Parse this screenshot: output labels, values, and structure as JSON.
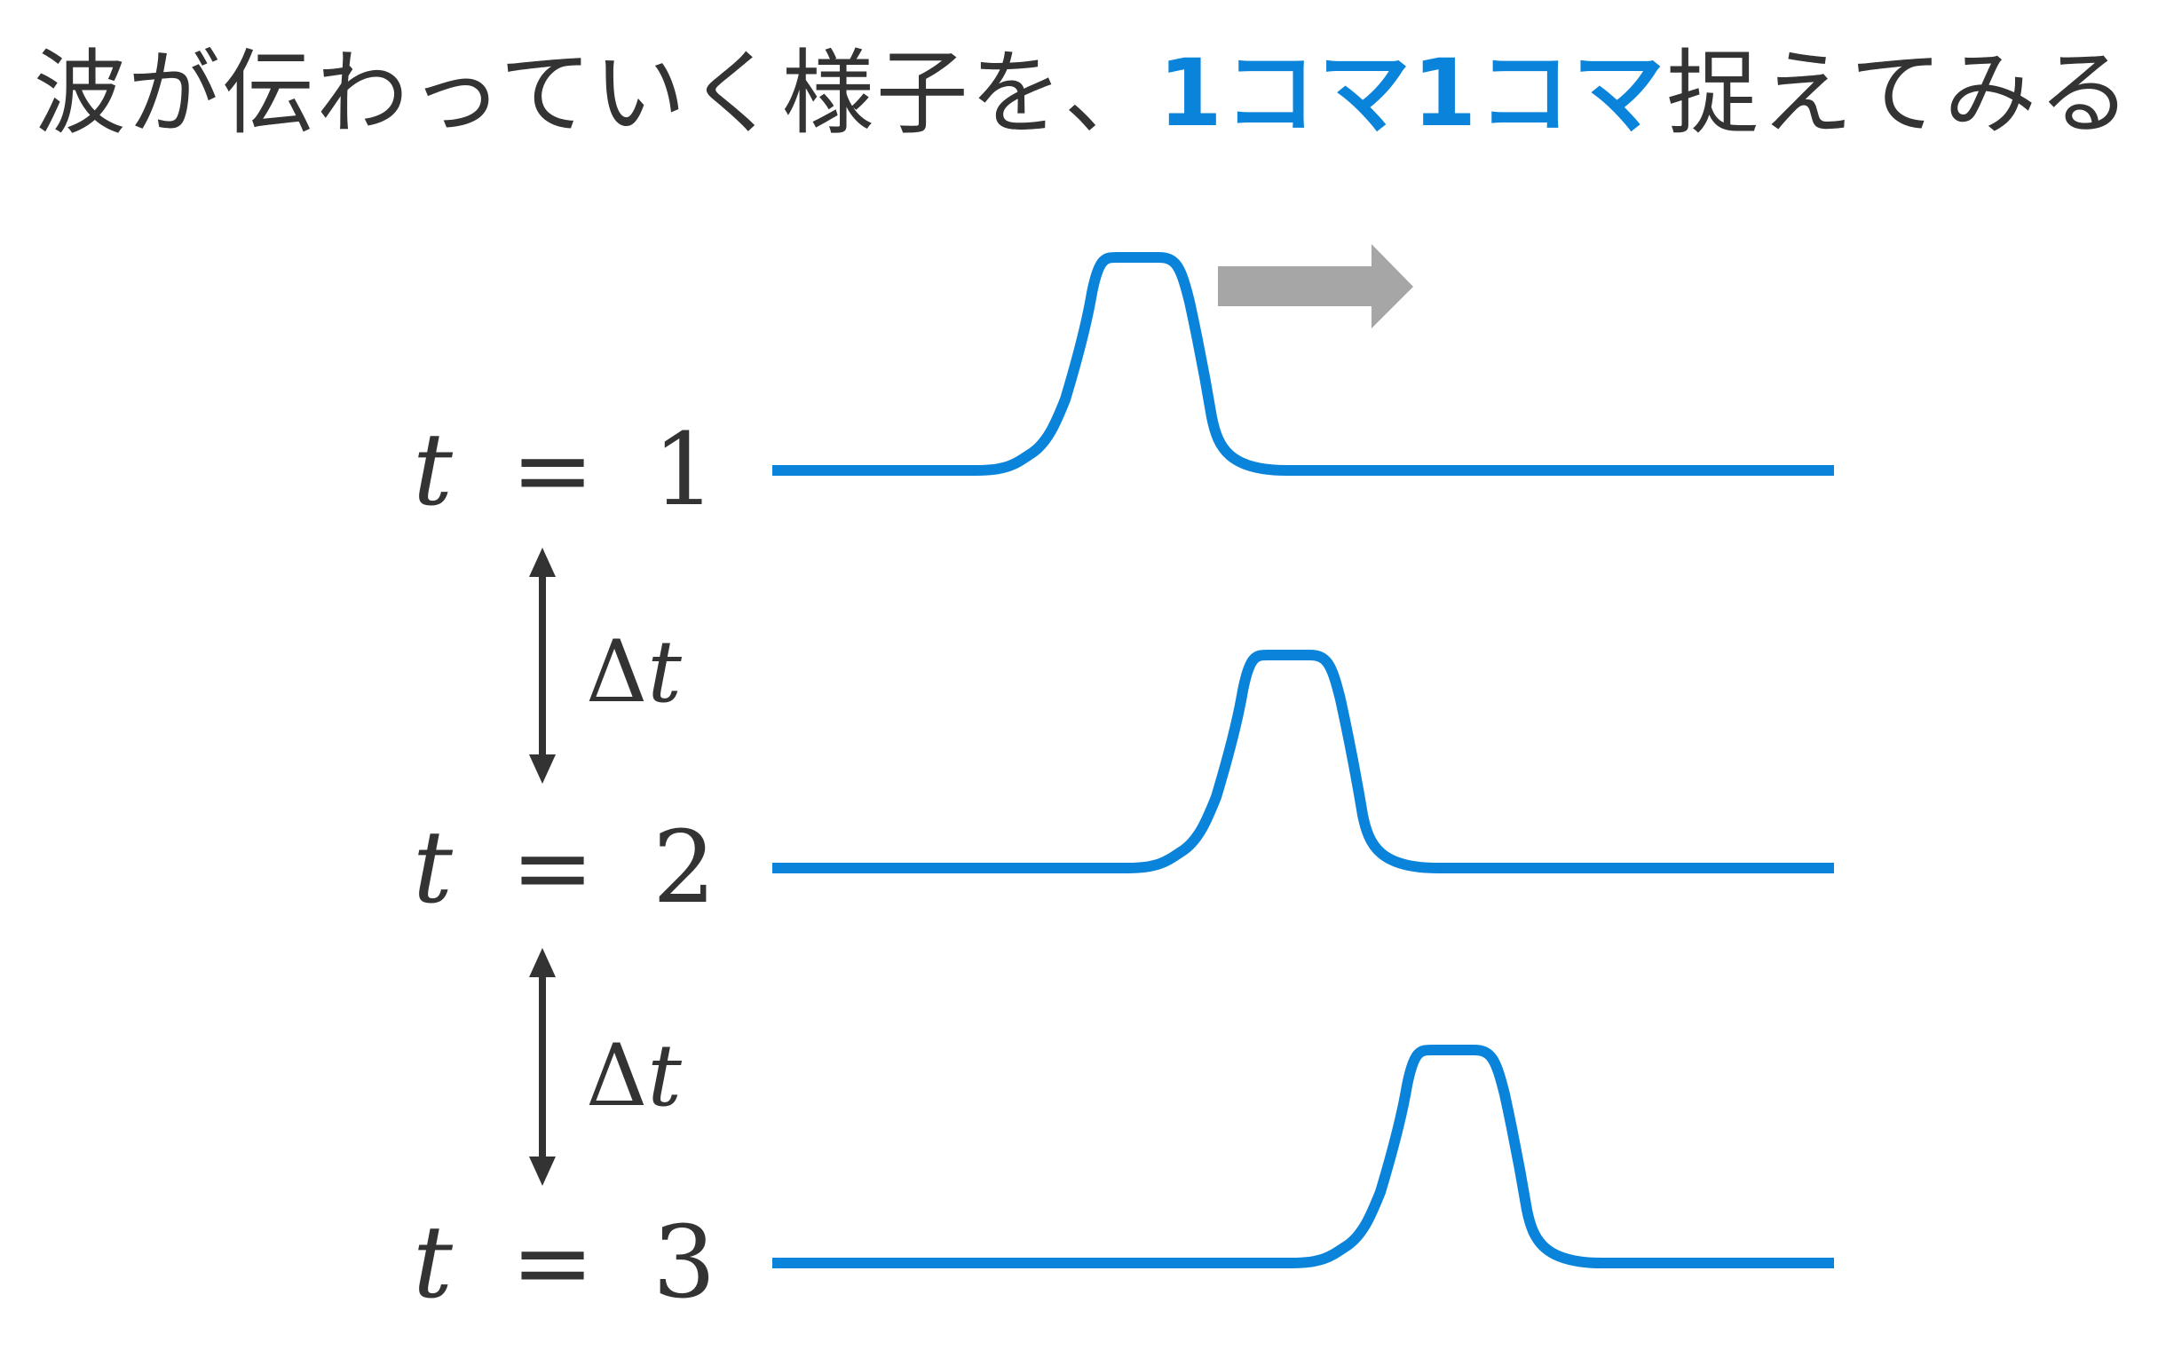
{
  "title": {
    "part1": "波が伝わっていく様子を、",
    "highlight": "1コマ1コマ",
    "part2": "捉えてみる"
  },
  "frames": [
    {
      "var": "t",
      "eq": "=",
      "value": "1"
    },
    {
      "var": "t",
      "eq": "=",
      "value": "2"
    },
    {
      "var": "t",
      "eq": "=",
      "value": "3"
    }
  ],
  "intervals": [
    {
      "delta": "Δ",
      "var": "t"
    },
    {
      "delta": "Δ",
      "var": "t"
    }
  ],
  "colors": {
    "wave": "#0a84db",
    "arrow": "#a6a6a6",
    "text": "#333333",
    "highlight": "#0a84db"
  },
  "icons": {
    "direction": "right-arrow-icon",
    "interval": "double-headed-arrow-icon"
  }
}
